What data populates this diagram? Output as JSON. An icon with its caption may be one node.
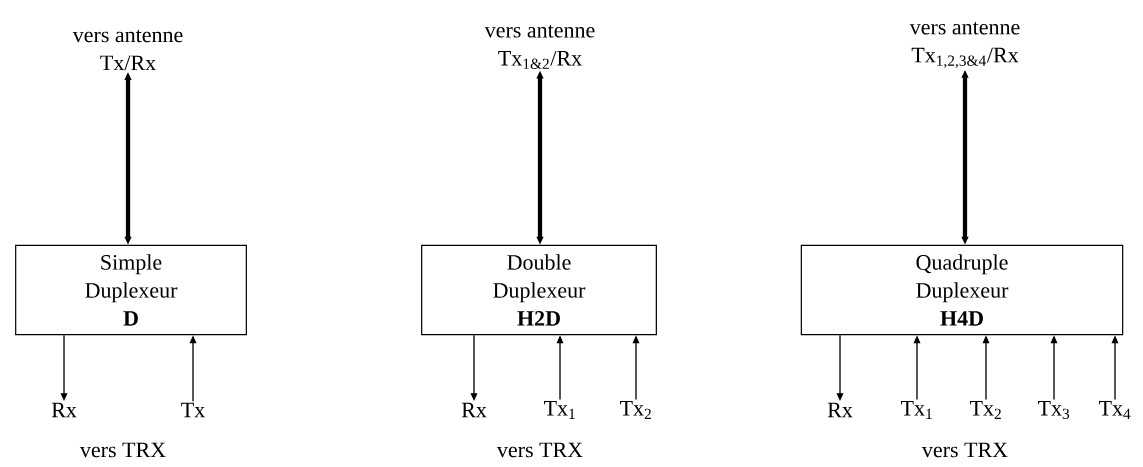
{
  "diagram": {
    "nodes": [
      {
        "text": [
          "vers antenne",
          "Tx/Rx"
        ]
      },
      {
        "text": [
          "Simple Duplexeur",
          "D"
        ]
      },
      {
        "text": [
          "Rx"
        ]
      },
      {
        "text": [
          "Tx"
        ]
      },
      {
        "text": [
          "vers antenne",
          "Tx$_{1&2}$/Rx"
        ]
      },
      {
        "text": [
          "Double Duplexeur",
          "H2D"
        ]
      },
      {
        "text": [
          "Rx"
        ]
      },
      {
        "text": [
          "Tx$_{1}$"
        ]
      },
      {
        "text": [
          "Tx$_{2}$"
        ]
      },
      {
        "text": [
          "vers antenne",
          "Tx$_{1,2,3&4}$/Rx"
        ]
      },
      {
        "text": [
          "Quadruple Duplexeur",
          "H4D"
        ]
      },
      {
        "text": [
          "Rx"
        ]
      },
      {
        "text": [
          "Tx$_{1}$"
        ]
      },
      {
        "text": [
          "Tx$_{2}$"
        ]
      },
      {
        "text": [
          "Tx$_{3}$"
        ]
      },
      {
        "text": [
          "Tx$_{4}$"
        ]
      }
    ],
    "edges": [
      {
        "from": 0,
        "to": 1,
        "arrow": "both",
        "style": "thick"
      },
      {
        "from": 1,
        "to": 2,
        "arrow": "to"
      },
      {
        "from": 3,
        "to": 1,
        "arrow": "to"
      },
      {
        "from": 4,
        "to": 5,
        "arrow": "both",
        "style": "thick"
      },
      {
        "from": 5,
        "to": 6,
        "arrow": "to"
      },
      {
        "from": 7,
        "to": 5,
        "arrow": "to"
      },
      {
        "from": 8,
        "to": 5,
        "arrow": "to"
      },
      {
        "from": 9,
        "to": 10,
        "arrow": "both",
        "style": "thick"
      },
      {
        "from": 10,
        "to": 11,
        "arrow": "to"
      },
      {
        "from": 12,
        "to": 10,
        "arrow": "to"
      },
      {
        "from": 13,
        "to": 10,
        "arrow": "to"
      },
      {
        "from": 14,
        "to": 10,
        "arrow": "to"
      },
      {
        "from": 15,
        "to": 10,
        "arrow": "to"
      }
    ],
    "labels": [
      "vers TRX",
      "vers TRX",
      "vers TRX"
    ]
  }
}
